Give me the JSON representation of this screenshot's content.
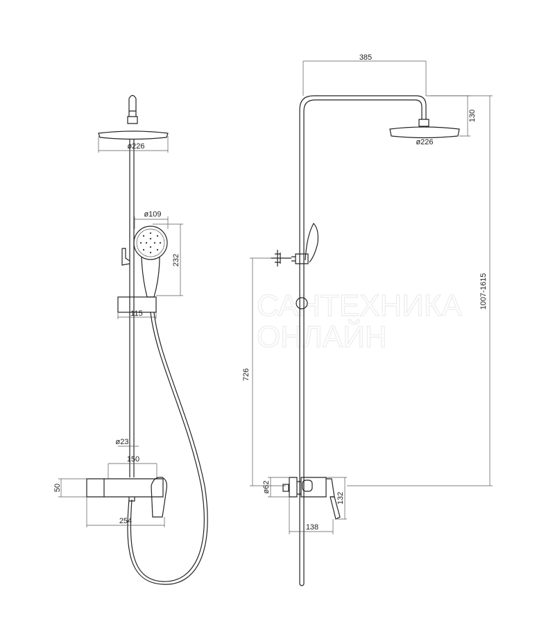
{
  "watermark": {
    "line1": "САНТЕХНИКА",
    "line2": "ОНЛАЙН"
  },
  "front_view": {
    "head_diameter": "ø226",
    "hand_shower_diameter": "ø109",
    "hand_shower_height": "232",
    "slider_width": "115",
    "pole_diameter": "ø23",
    "mixer_width": "150",
    "mixer_height": "50",
    "mixer_depth": "254"
  },
  "side_view": {
    "arm_reach": "385",
    "head_drop": "130",
    "head_diameter": "ø226",
    "height_range": "1007-1615",
    "outlet_height": "726",
    "inlet_diameter": "ø62",
    "mixer_height": "132",
    "mixer_depth": "138"
  }
}
